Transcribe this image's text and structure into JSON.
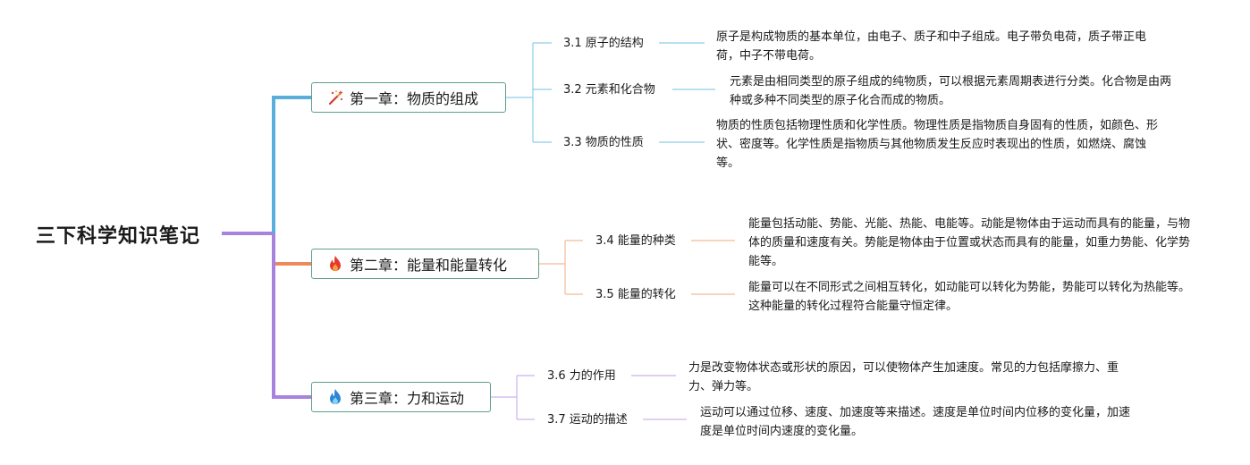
{
  "root": {
    "title": "三下科学知识笔记"
  },
  "colors": {
    "chapter1": "#5aaedc",
    "chapter2": "#ee8a5a",
    "chapter3": "#a883de",
    "root_line": "#a883de",
    "chapter_border": "#5e9e8e"
  },
  "chapters": [
    {
      "icon": "magic-wand-icon",
      "label": "第一章：物质的组成",
      "topics": [
        {
          "label": "3.1 原子的结构",
          "desc": "原子是构成物质的基本单位，由电子、质子和中子组成。电子带负电荷，质子带正电荷，中子不带电荷。"
        },
        {
          "label": "3.2 元素和化合物",
          "desc": "元素是由相同类型的原子组成的纯物质，可以根据元素周期表进行分类。化合物是由两种或多种不同类型的原子化合而成的物质。"
        },
        {
          "label": "3.3 物质的性质",
          "desc": "物质的性质包括物理性质和化学性质。物理性质是指物质自身固有的性质，如颜色、形状、密度等。化学性质是指物质与其他物质发生反应时表现出的性质，如燃烧、腐蚀等。"
        }
      ]
    },
    {
      "icon": "fire-icon",
      "label": "第二章：能量和能量转化",
      "topics": [
        {
          "label": "3.4 能量的种类",
          "desc": "能量包括动能、势能、光能、热能、电能等。动能是物体由于运动而具有的能量，与物体的质量和速度有关。势能是物体由于位置或状态而具有的能量，如重力势能、化学势能等。"
        },
        {
          "label": "3.5 能量的转化",
          "desc": "能量可以在不同形式之间相互转化，如动能可以转化为势能，势能可以转化为热能等。这种能量的转化过程符合能量守恒定律。"
        }
      ]
    },
    {
      "icon": "blue-flame-icon",
      "label": "第三章：力和运动",
      "topics": [
        {
          "label": "3.6 力的作用",
          "desc": "力是改变物体状态或形状的原因，可以使物体产生加速度。常见的力包括摩擦力、重力、弹力等。"
        },
        {
          "label": "3.7 运动的描述",
          "desc": "运动可以通过位移、速度、加速度等来描述。速度是单位时间内位移的变化量，加速度是单位时间内速度的变化量。"
        }
      ]
    }
  ]
}
